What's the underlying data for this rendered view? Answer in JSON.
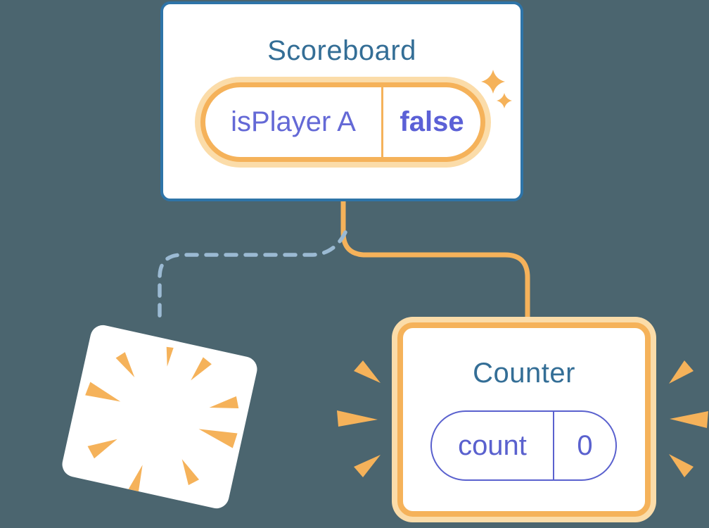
{
  "diagram": {
    "description": "Component state diagram: Scoreboard keeps its state while a child is destroyed and a new Counter is created",
    "background_color": "#4B656F"
  },
  "scoreboard": {
    "title": "Scoreboard",
    "state": {
      "key": "isPlayer A",
      "value": "false"
    }
  },
  "counter": {
    "title": "Counter",
    "state": {
      "key": "count",
      "value": "0"
    }
  },
  "destroyed_card": {
    "label": ""
  },
  "icons": {
    "sparkle": "sparkle-icon",
    "starburst": "starburst-explosion-icon",
    "emphasis": "emphasis-burst-marks-icon"
  },
  "colors": {
    "background": "#4B656F",
    "card_white": "#FFFFFF",
    "card_border_blue": "#2E74A8",
    "title_blue": "#346E96",
    "accent_orange": "#F5B25A",
    "orange_glow": "#FBDCA9",
    "state_purple": "#6469D6",
    "pill_border_purple": "#5A61CE",
    "dashed_connector_blue": "#9BBAD3"
  }
}
